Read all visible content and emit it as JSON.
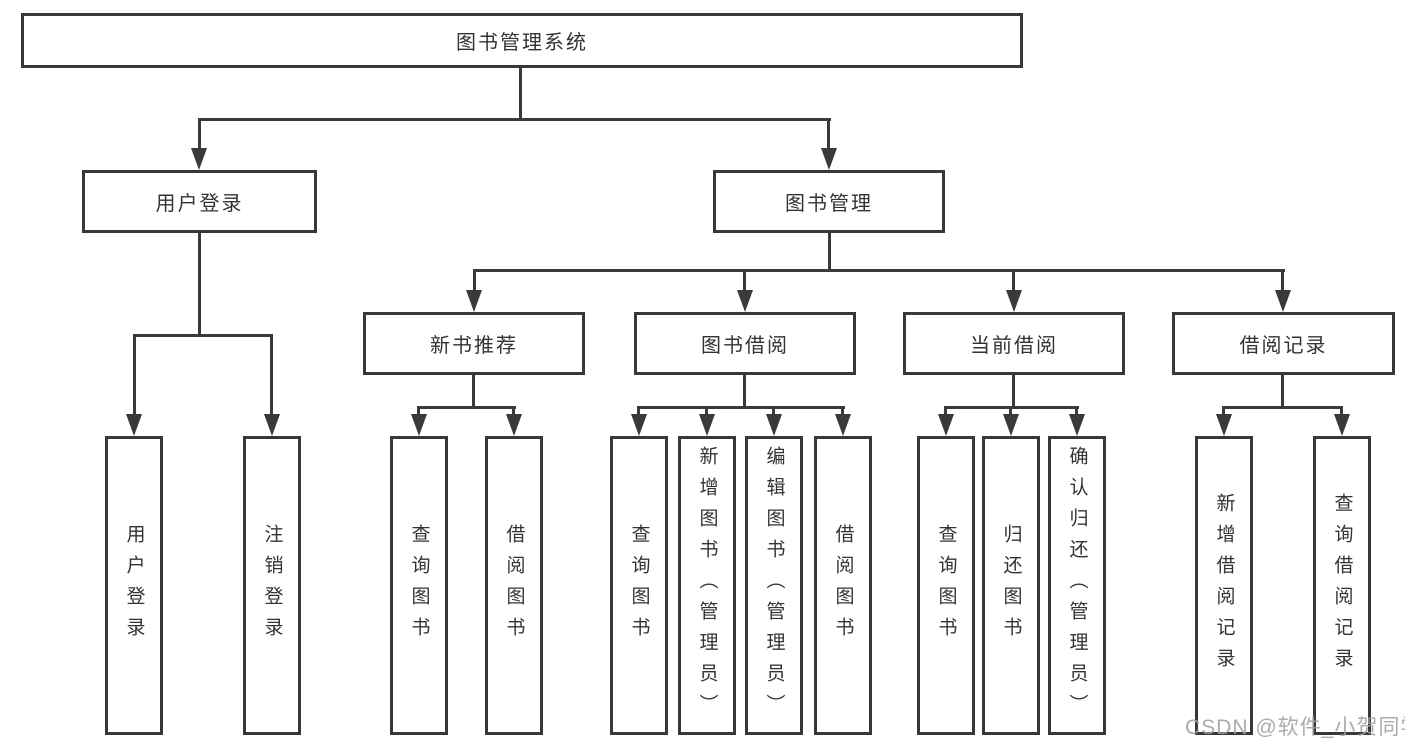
{
  "diagram": {
    "root": {
      "label": "图书管理系统"
    },
    "branches": {
      "user_login": {
        "label": "用户登录",
        "children": {
          "login": "用户登录",
          "logout": "注销登录"
        }
      },
      "book_mgmt": {
        "label": "图书管理",
        "children": {
          "new_books": {
            "label": "新书推荐",
            "children": {
              "query": "查询图书",
              "borrow": "借阅图书"
            }
          },
          "book_borrow": {
            "label": "图书借阅",
            "children": {
              "query": "查询图书",
              "add": "新增图书（管理员）",
              "edit": "编辑图书（管理员）",
              "borrow": "借阅图书"
            }
          },
          "current_borrow": {
            "label": "当前借阅",
            "children": {
              "query": "查询图书",
              "return": "归还图书",
              "confirm": "确认归还（管理员）"
            }
          },
          "borrow_records": {
            "label": "借阅记录",
            "children": {
              "add": "新增借阅记录",
              "query": "查询借阅记录"
            }
          }
        }
      }
    },
    "watermark": "CSDN @软件_小贺同学",
    "colors": {
      "line": "#3a3a3a",
      "border": "#383838",
      "text": "#333333",
      "watermark": "#a2a2a2",
      "background": "#ffffff"
    }
  }
}
